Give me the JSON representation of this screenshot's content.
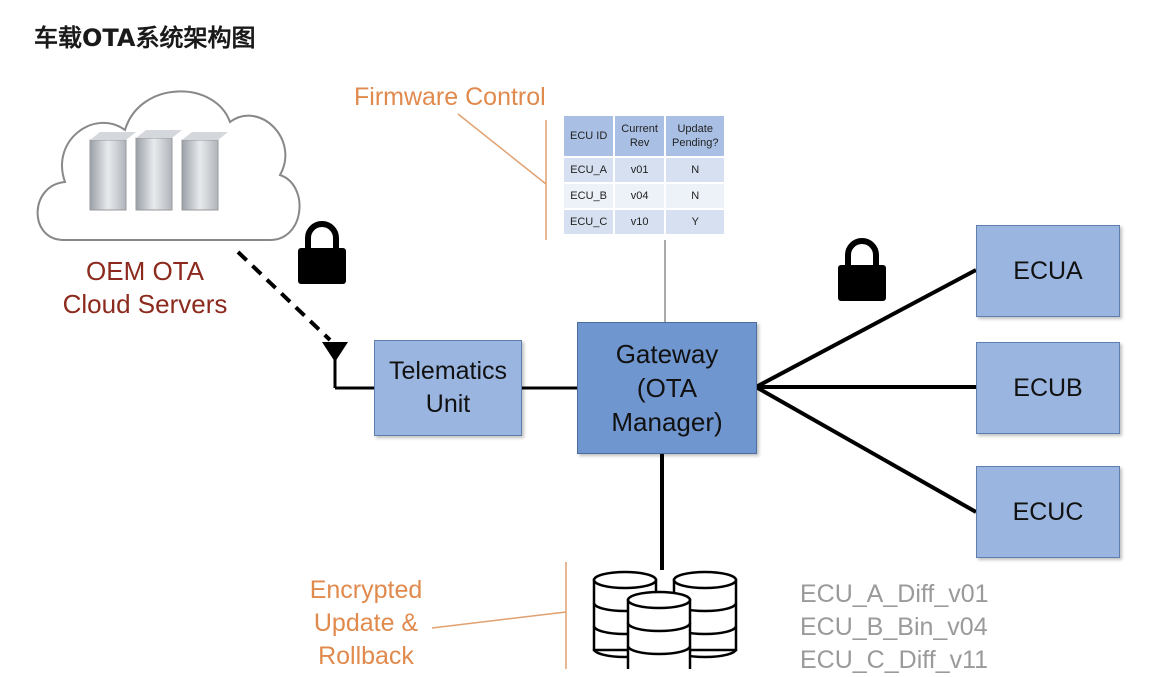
{
  "title": "车载OTA系统架构图",
  "cloud": {
    "label": "OEM OTA\nCloud Servers",
    "icon": "server-cloud-icon"
  },
  "firmware_control": {
    "label": "Firmware Control",
    "headers": [
      "ECU ID",
      "Current\nRev",
      "Update\nPending?"
    ],
    "rows": [
      [
        "ECU_A",
        "v01",
        "N"
      ],
      [
        "ECU_B",
        "v04",
        "N"
      ],
      [
        "ECU_C",
        "v10",
        "Y"
      ]
    ]
  },
  "telematics": {
    "label": "Telematics\nUnit"
  },
  "gateway": {
    "label": "Gateway\n(OTA\nManager)"
  },
  "ecus": [
    "ECUA",
    "ECUB",
    "ECUC"
  ],
  "update_storage": {
    "label": "Encrypted\nUpdate &\nRollback",
    "files": [
      "ECU_A_Diff_v01",
      "ECU_B_Bin_v04",
      "ECU_C_Diff_v11"
    ],
    "icon": "database-icon"
  },
  "colors": {
    "box": "#9ab6e0",
    "gateway": "#7096cf",
    "orange_label": "#e08a4d",
    "cloud_label": "#8b2a1d"
  }
}
